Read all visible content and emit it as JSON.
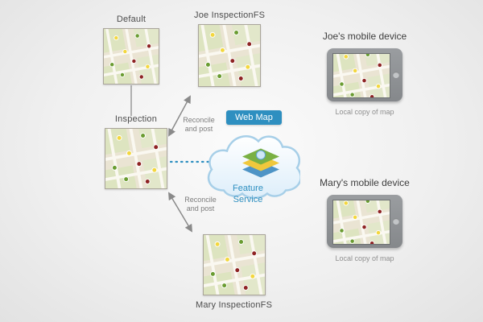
{
  "versions": {
    "default": {
      "label": "Default"
    },
    "joe": {
      "label": "Joe InspectionFS"
    },
    "inspection": {
      "label": "Inspection"
    },
    "mary": {
      "label": "Mary InspectionFS"
    }
  },
  "cloud": {
    "badge": "Web Map",
    "service_label": "Feature Service"
  },
  "arrows": {
    "reconcile_top": "Reconcile and post",
    "reconcile_bottom": "Reconcile and post"
  },
  "devices": {
    "joe": {
      "title": "Joe's mobile device",
      "caption": "Local copy of map"
    },
    "mary": {
      "title": "Mary's mobile device",
      "caption": "Local copy of map"
    }
  },
  "colors": {
    "accent_blue": "#2e8fc0",
    "map_background": "#eae4d3",
    "dot_green": "#6a9c31",
    "dot_yellow": "#f3d73e",
    "dot_red": "#8e2323",
    "connector_gray": "#8a8a8a"
  }
}
